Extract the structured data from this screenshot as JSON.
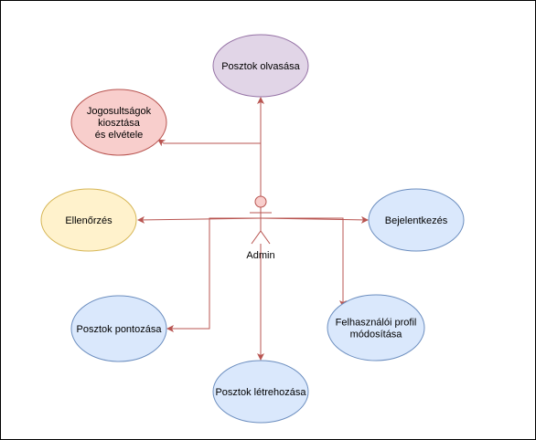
{
  "actor": {
    "label": "Admin"
  },
  "use_cases": [
    {
      "id": "posztok-olvasasa",
      "lines": [
        "Posztok olvasása"
      ],
      "fill": "#e1d5e7",
      "stroke": "#9673a6"
    },
    {
      "id": "jogosultsagok",
      "lines": [
        "Jogosultságok",
        "kiosztása",
        "és elvétele"
      ],
      "fill": "#f8cecc",
      "stroke": "#b85450"
    },
    {
      "id": "ellenorzes",
      "lines": [
        "Ellenőrzés"
      ],
      "fill": "#fff2cc",
      "stroke": "#d6b656"
    },
    {
      "id": "bejelentkezes",
      "lines": [
        "Bejelentkezés"
      ],
      "fill": "#dae8fc",
      "stroke": "#6c8ebf"
    },
    {
      "id": "posztok-pontozasa",
      "lines": [
        "Posztok pontozása"
      ],
      "fill": "#dae8fc",
      "stroke": "#6c8ebf"
    },
    {
      "id": "felhasznaloi-profil",
      "lines": [
        "Felhasználói profil",
        "módosítása"
      ],
      "fill": "#dae8fc",
      "stroke": "#6c8ebf"
    },
    {
      "id": "posztok-letrehozasa",
      "lines": [
        "Posztok létrehozása"
      ],
      "fill": "#dae8fc",
      "stroke": "#6c8ebf"
    }
  ],
  "connector_color": "#b85450"
}
